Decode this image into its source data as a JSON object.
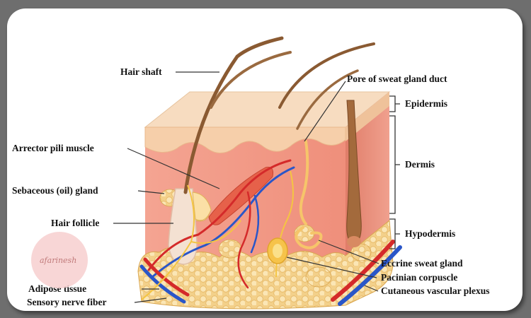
{
  "labels": {
    "hair_shaft": "Hair shaft",
    "pore": "Pore of sweat gland duct",
    "epidermis": "Epidermis",
    "arrector": "Arrector pili muscle",
    "dermis": "Dermis",
    "sebaceous": "Sebaceous (oil) gland",
    "hair_follicle": "Hair follicle",
    "hypodermis": "Hypodermis",
    "eccrine": "Eccrine sweat gland",
    "pacinian": "Pacinian corpuscle",
    "adipose": "Adipose tissue",
    "vascular": "Cutaneous vascular plexus",
    "sensory": "Sensory nerve fiber"
  },
  "watermark": {
    "text": "afarinesh"
  },
  "colors": {
    "epidermis": "#f6d9b9",
    "dermis": "#f19a86",
    "dermis_dark": "#e98571",
    "fat": "#f8dea0",
    "hair": "#8a5a32",
    "artery": "#d42a2a",
    "vein": "#2a56c8",
    "nerve": "#f4c542"
  }
}
